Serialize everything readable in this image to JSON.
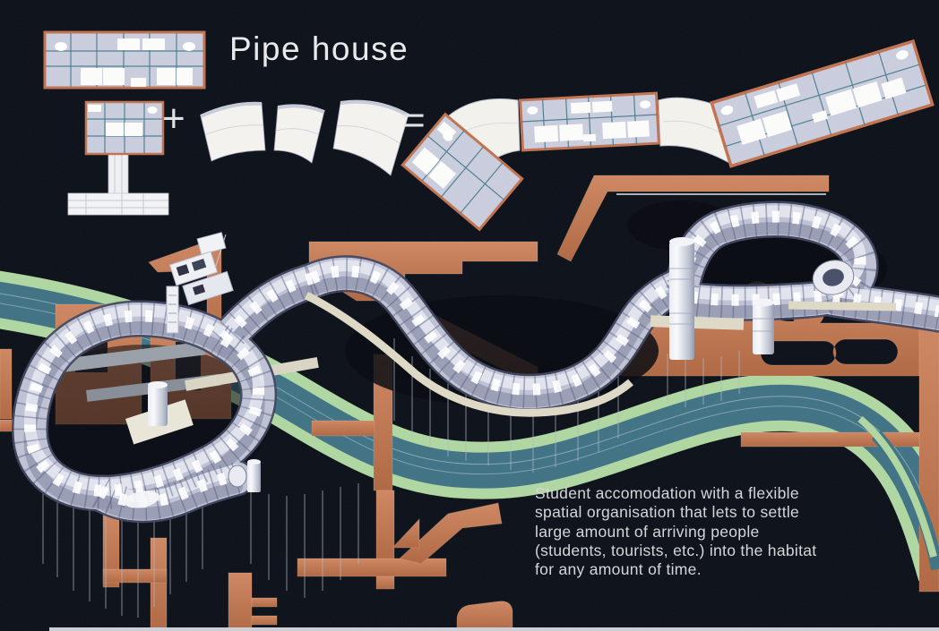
{
  "title": "Pipe house",
  "equation": {
    "plus": "+",
    "equals": "="
  },
  "description": {
    "lines": [
      "Student accomodation with a flexible",
      "spatial organisation that lets to settle",
      "large amount of arriving people",
      "(students, tourists, etc.) into the habitat",
      "for any amount of time."
    ]
  },
  "diagram": {
    "parts": [
      "straight-module-plan",
      "module-on-pedestal",
      "fan-segment-small",
      "fan-segment-medium",
      "fan-segment-large",
      "assembled-pipe-chain"
    ]
  },
  "colors": {
    "background": "#0a0e17",
    "copper": "#c0734e",
    "copper_light": "#cd8560",
    "river_teal": "#3e7183",
    "river_green": "#aed6a0",
    "pipe_body": "#bdc1d3",
    "pipe_outline": "#3f445e",
    "module_fill": "#c9ccdc",
    "module_border": "#c0714e",
    "grid_teal": "#4d7e8e",
    "walkway_cream": "#ddd7c5",
    "text": "#dcdee2"
  }
}
